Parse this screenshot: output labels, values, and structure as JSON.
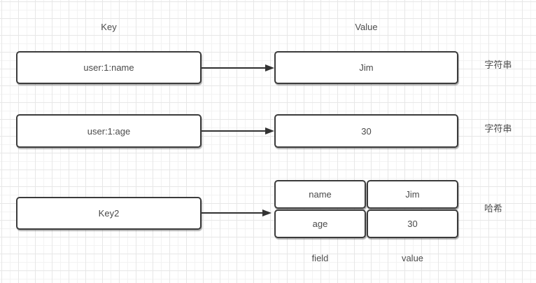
{
  "diagram": {
    "headers": {
      "key": "Key",
      "value": "Value"
    },
    "rows": [
      {
        "key": "user:1:name",
        "value": "Jim",
        "type": "字符串"
      },
      {
        "key": "user:1:age",
        "value": "30",
        "type": "字符串"
      },
      {
        "key": "Key2",
        "type": "哈希",
        "hash": {
          "cells": [
            [
              "name",
              "Jim"
            ],
            [
              "age",
              "30"
            ]
          ],
          "captions": {
            "field": "field",
            "value": "value"
          }
        }
      }
    ]
  },
  "colors": {
    "node_border": "#3b3b3b",
    "node_background": "#ffffff",
    "text": "#4a4a4a",
    "arrow": "#333333",
    "grid_minor": "#f3f3f3",
    "grid_major": "#e7e7e7",
    "canvas_background": "#ffffff"
  }
}
